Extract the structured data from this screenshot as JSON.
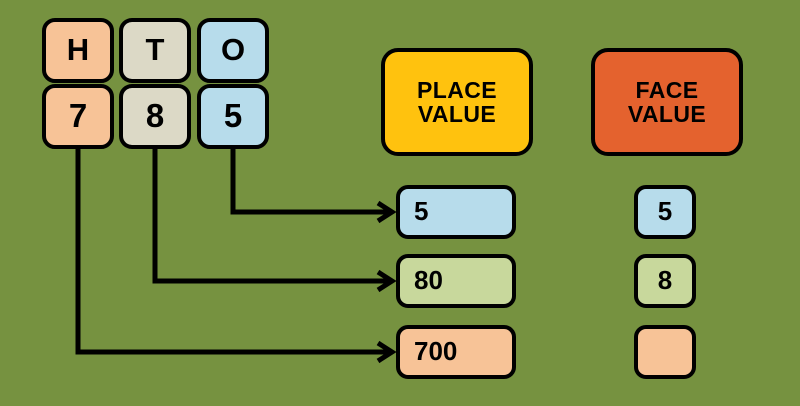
{
  "background_color": "#769240",
  "place_value_chart": {
    "column_headers": [
      {
        "label": "H",
        "name": "hundreds",
        "color": "#F7C397"
      },
      {
        "label": "T",
        "name": "tens",
        "color": "#DCD9C6"
      },
      {
        "label": "O",
        "name": "ones",
        "color": "#B7DCEB"
      }
    ],
    "digits": [
      {
        "label": "7",
        "name": "hundreds-digit",
        "color": "#F7C397"
      },
      {
        "label": "8",
        "name": "tens-digit",
        "color": "#DCD9C6"
      },
      {
        "label": "5",
        "name": "ones-digit",
        "color": "#B7DCEB"
      }
    ],
    "number": "785"
  },
  "headers": {
    "place_value": {
      "line1": "PLACE",
      "line2": "VALUE",
      "color": "#FFC20E"
    },
    "face_value": {
      "line1": "FACE",
      "line2": "VALUE",
      "color": "#E4622E"
    }
  },
  "place_value_results": [
    {
      "label": "5",
      "color": "#B7DCEB",
      "from_digit": "5"
    },
    {
      "label": "80",
      "color": "#C8D89C",
      "from_digit": "8"
    },
    {
      "label": "700",
      "color": "#F7C397",
      "from_digit": "7"
    }
  ],
  "face_value_results": [
    {
      "label": "5",
      "color": "#B7DCEB"
    },
    {
      "label": "8",
      "color": "#C8D89C"
    },
    {
      "label": "",
      "color": "#F7C397"
    }
  ],
  "connectors": {
    "stroke_color": "#000000",
    "arrow_label": "arrow-pointer"
  }
}
